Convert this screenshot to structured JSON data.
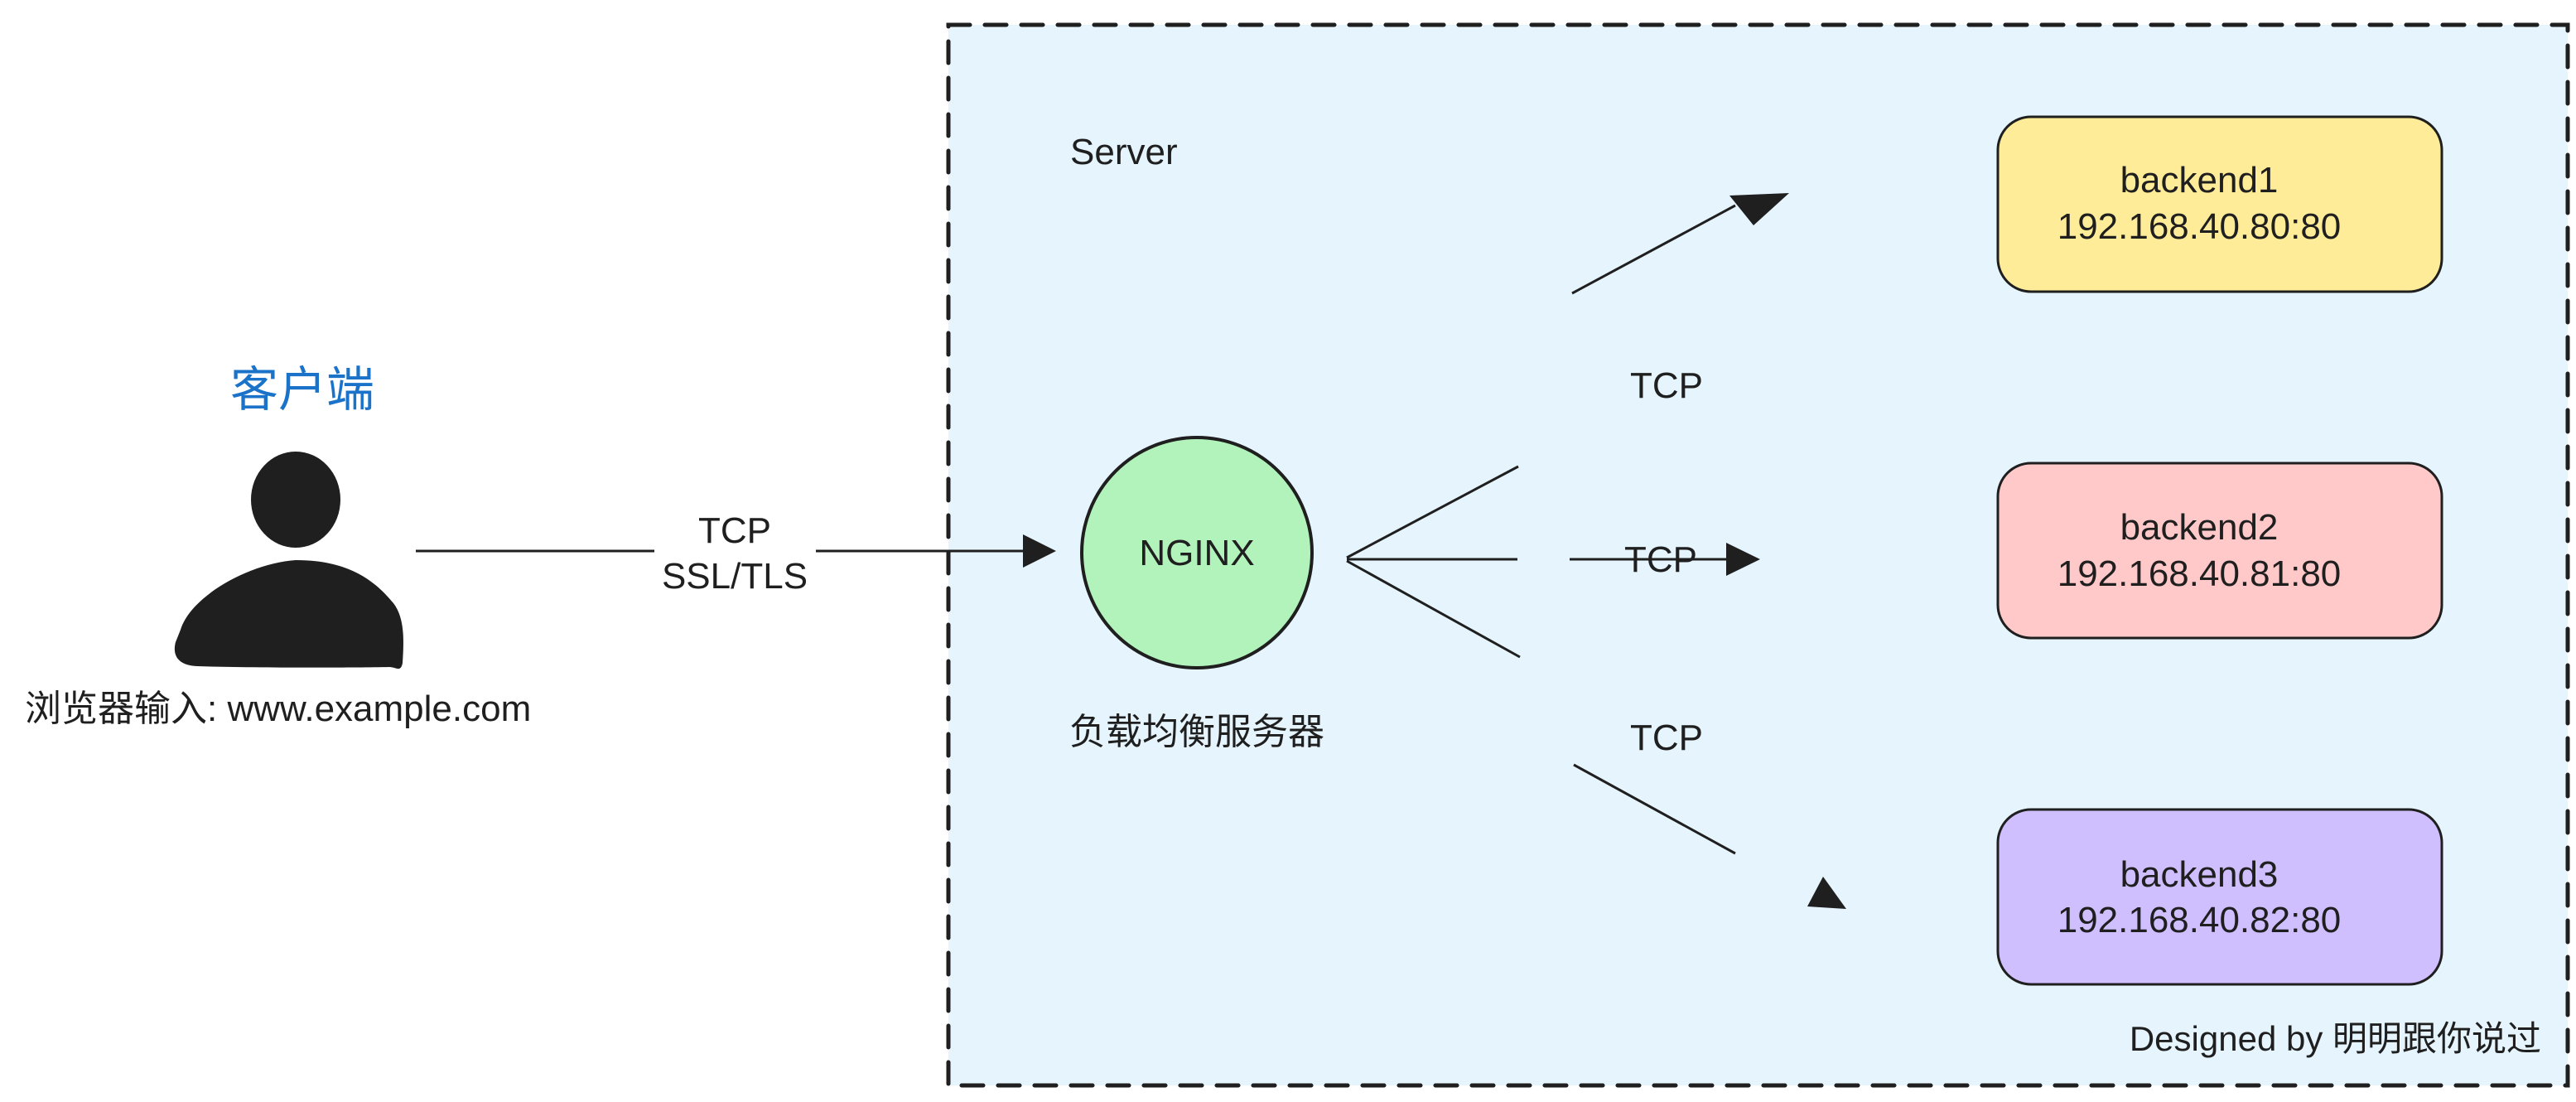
{
  "diagram": {
    "title": "NGINX load balancing",
    "client": {
      "title": "客户端",
      "title_color": "#1a73c8",
      "icon": "user-icon",
      "caption": "浏览器输入: www.example.com"
    },
    "server_group": {
      "label": "Server",
      "fill": "#e5f4fd",
      "border": "dashed"
    },
    "load_balancer": {
      "label": "NGINX",
      "caption": "负载均衡服务器",
      "fill": "#b2f2bb"
    },
    "backends": [
      {
        "name": "backend1",
        "address": "192.168.40.80:80",
        "fill": "#ffec99"
      },
      {
        "name": "backend2",
        "address": "192.168.40.81:80",
        "fill": "#ffc9c9"
      },
      {
        "name": "backend3",
        "address": "192.168.40.82:80",
        "fill": "#d0bfff"
      }
    ],
    "edges": {
      "client_to_lb": {
        "line1": "TCP",
        "line2": "SSL/TLS"
      },
      "lb_to_backend1": "TCP",
      "lb_to_backend2": "TCP",
      "lb_to_backend3": "TCP"
    },
    "footer": "Designed by 明明跟你说过"
  }
}
